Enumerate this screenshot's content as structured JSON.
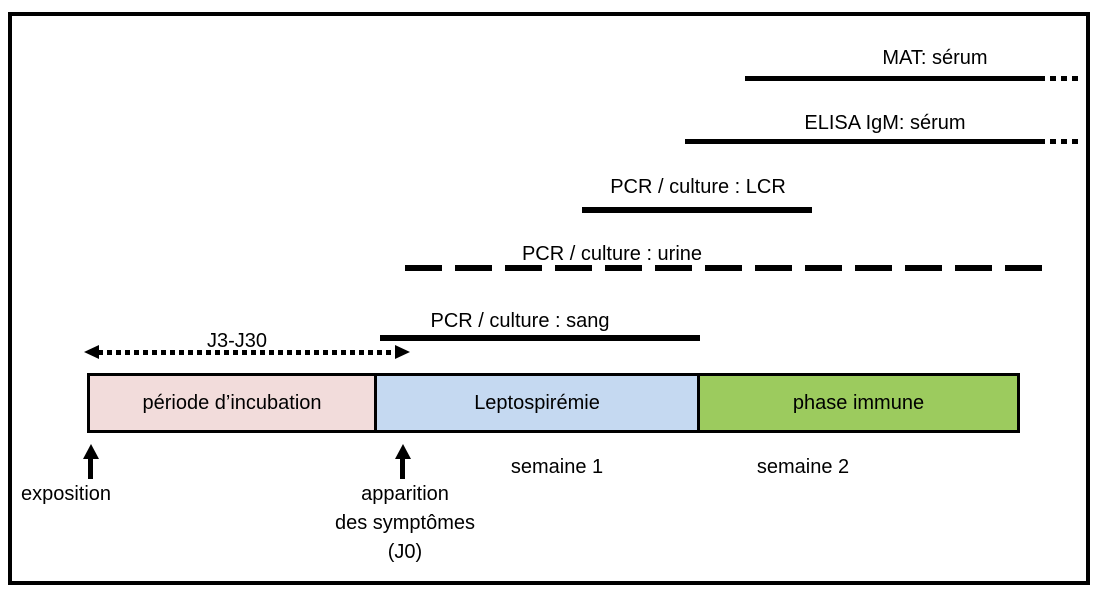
{
  "tests": {
    "mat": {
      "label": "MAT: sérum"
    },
    "elisa": {
      "label": "ELISA IgM: sérum"
    },
    "lcr": {
      "label": "PCR / culture : LCR"
    },
    "urine": {
      "label": "PCR / culture : urine"
    },
    "sang": {
      "label": "PCR / culture : sang"
    }
  },
  "incubation": {
    "range_label": "J3-J30"
  },
  "phases": [
    {
      "label": "période d’incubation",
      "color": "#f2dcdb"
    },
    {
      "label": "Leptospirémie",
      "color": "#c5d9f1"
    },
    {
      "label": "phase immune",
      "color": "#9ccb5e"
    }
  ],
  "weeks": {
    "week1": "semaine 1",
    "week2": "semaine 2"
  },
  "events": {
    "exposure": "exposition",
    "onset_line1": "apparition",
    "onset_line2": "des symptômes",
    "onset_line3": "(J0)"
  },
  "colors": {
    "line": "#000000",
    "frame_border": "#000000"
  }
}
